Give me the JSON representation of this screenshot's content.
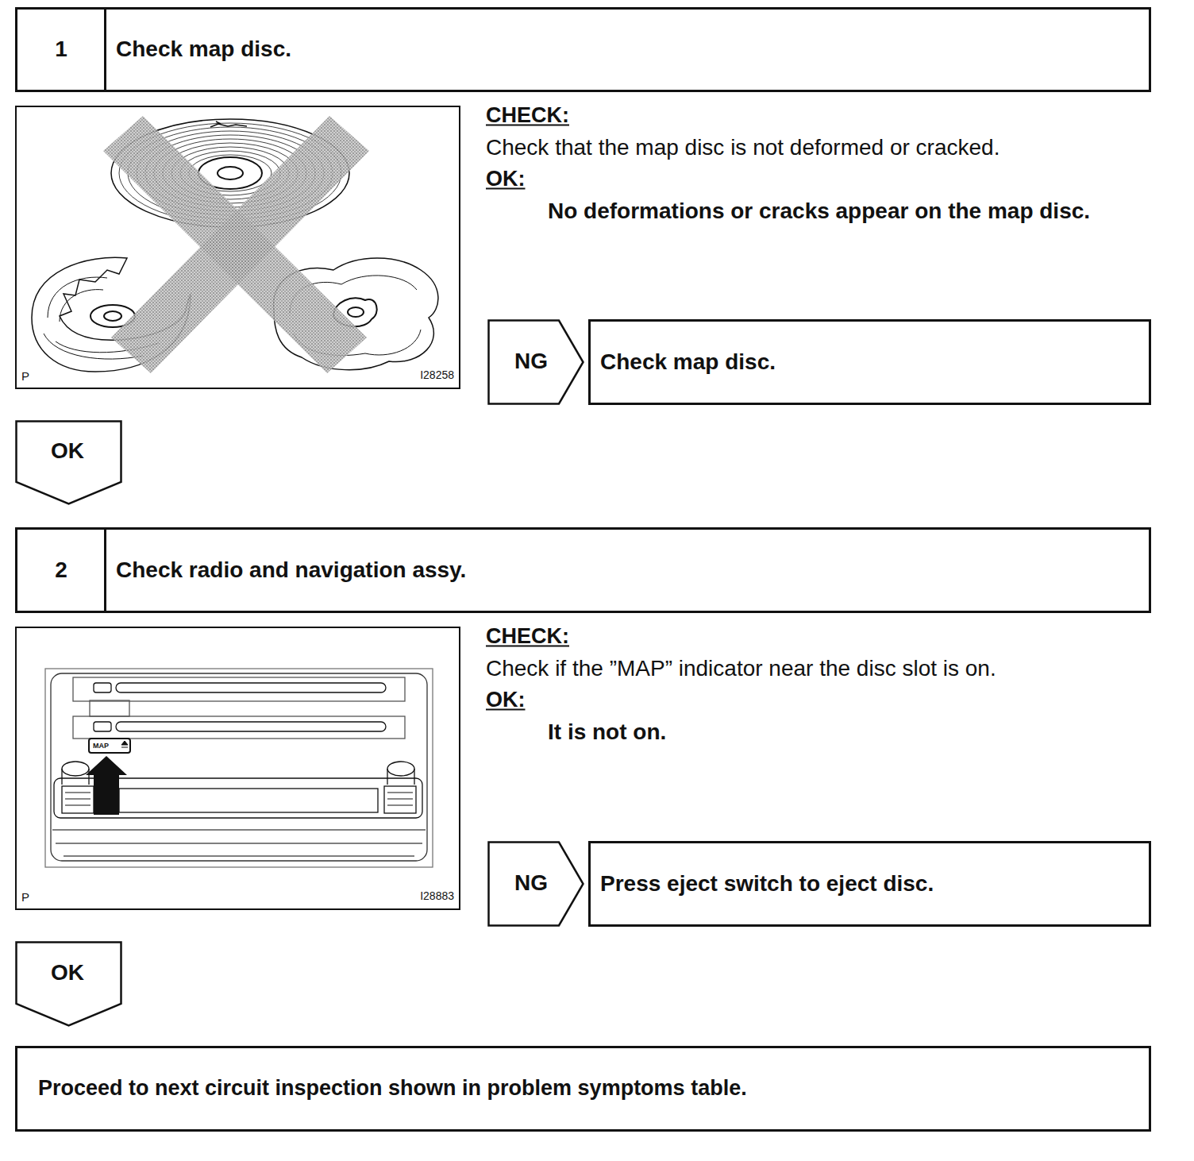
{
  "diagram": {
    "nodes": [
      {
        "text": [
          "1",
          "Check map disc."
        ]
      },
      {
        "text": [
          "P",
          "I28258"
        ]
      },
      {
        "text": [
          "NG"
        ]
      },
      {
        "text": [
          "Check map disc."
        ]
      },
      {
        "text": [
          "OK"
        ]
      },
      {
        "text": [
          "2",
          "Check radio and navigation assy."
        ]
      },
      {
        "text": [
          "P",
          "I28883"
        ]
      },
      {
        "text": [
          "NG"
        ]
      },
      {
        "text": [
          "Press eject switch to eject disc."
        ]
      },
      {
        "text": [
          "OK"
        ]
      },
      {
        "text": [
          "Proceed to next circuit inspection shown in problem symptoms table."
        ]
      }
    ],
    "labels": [
      "CHECK:",
      "Check that the map disc is not deformed or cracked.",
      "OK:",
      "No deformations or cracks appear on the map disc.",
      "CHECK:",
      "Check if the ”MAP” indicator near the disc slot is on.",
      "OK:",
      "It is not on.",
      "MAP"
    ]
  }
}
